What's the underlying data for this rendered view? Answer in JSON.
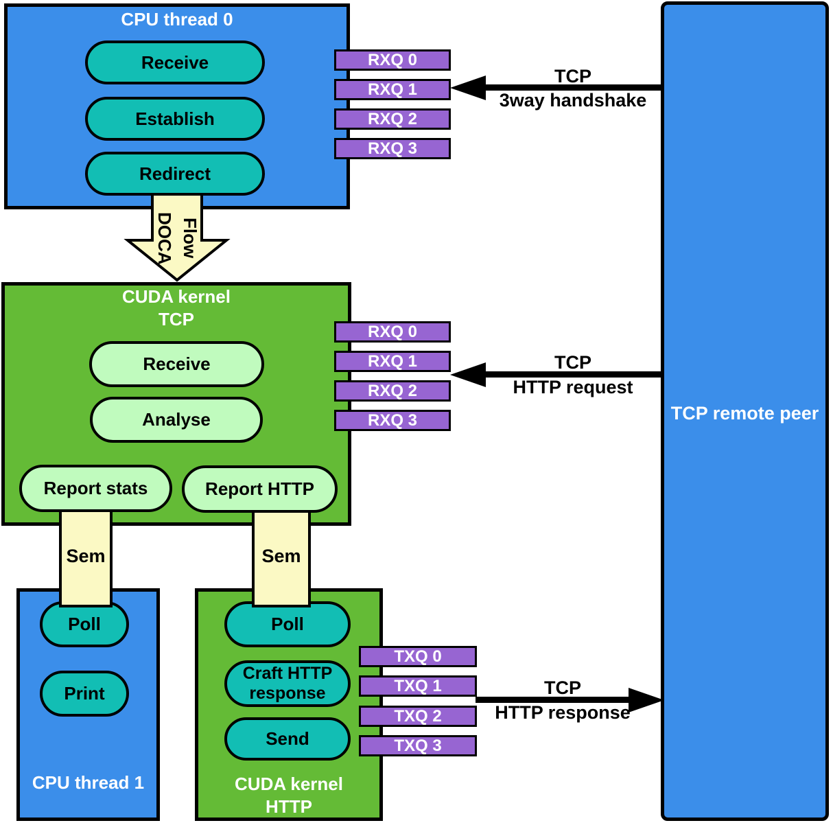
{
  "colors": {
    "blue": "#3B8EEA",
    "green": "#64BB36",
    "teal": "#12BEB4",
    "light_green": "#C0FBBE",
    "purple": "#9765D2",
    "yellow": "#FBF9C4",
    "outline": "#000000"
  },
  "cpu_thread_0": {
    "title": "CPU thread 0",
    "pills": [
      "Receive",
      "Establish",
      "Redirect"
    ]
  },
  "rxq_top": [
    "RXQ 0",
    "RXQ 1",
    "RXQ 2",
    "RXQ 3"
  ],
  "rxq_mid": [
    "RXQ 0",
    "RXQ 1",
    "RXQ 2",
    "RXQ 3"
  ],
  "txq": [
    "TXQ 0",
    "TXQ 1",
    "TXQ 2",
    "TXQ 3"
  ],
  "doca_arrow": {
    "line1": "DOCA",
    "line2": "Flow"
  },
  "arrows": {
    "handshake": {
      "line1": "TCP",
      "line2": "3way handshake"
    },
    "request": {
      "line1": "TCP",
      "line2": "HTTP request"
    },
    "response": {
      "line1": "TCP",
      "line2": "HTTP response"
    }
  },
  "cuda_kernel_tcp": {
    "title_line1": "CUDA kernel",
    "title_line2": "TCP",
    "pills": [
      "Receive",
      "Analyse",
      "Report stats",
      "Report HTTP"
    ]
  },
  "sem_left": {
    "label": "Sem"
  },
  "sem_right": {
    "label": "Sem"
  },
  "cpu_thread_1": {
    "title": "CPU thread 1",
    "pills": [
      "Poll",
      "Print"
    ]
  },
  "cuda_kernel_http": {
    "title_line1": "CUDA kernel",
    "title_line2": "HTTP",
    "pills": [
      "Poll",
      "Craft HTTP response",
      "Send"
    ]
  },
  "tcp_remote_peer": {
    "title": "TCP remote peer"
  }
}
